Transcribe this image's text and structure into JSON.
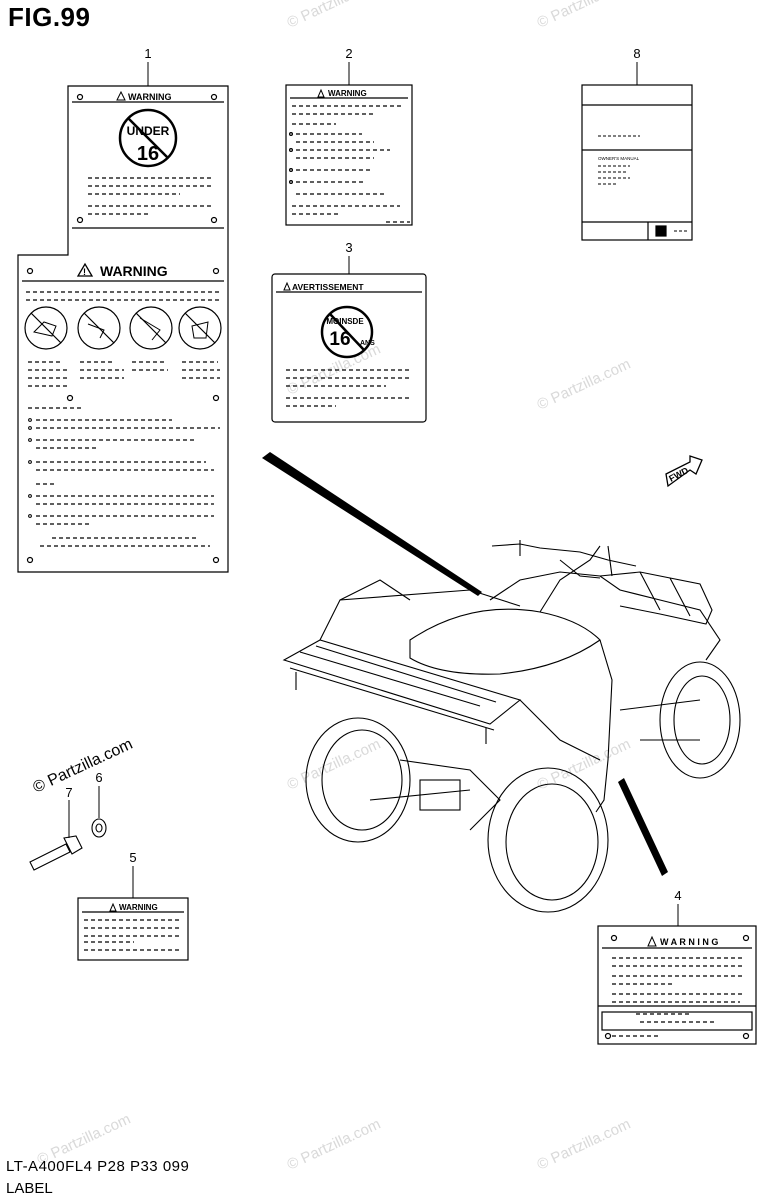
{
  "figure": {
    "title": "FIG.99",
    "model_code": "LT-A400FL4  P28  P33  099",
    "caption": "LABEL"
  },
  "watermark": {
    "text": "© Partzilla.com",
    "color": "#d9d9d9"
  },
  "callouts": [
    "1",
    "2",
    "3",
    "4",
    "5",
    "6",
    "7",
    "8"
  ],
  "labels": {
    "label1": {
      "top_heading": "WARNING",
      "badge_line1": "UNDER",
      "badge_line2": "16",
      "bottom_heading": "WARNING"
    },
    "label2": {
      "heading": "WARNING"
    },
    "label3": {
      "heading": "AVERTISSEMENT",
      "badge_line1": "MOINSDE",
      "badge_line2": "16",
      "badge_line3": "ANS"
    },
    "label4": {
      "heading": "W A R N I N G"
    },
    "label5": {
      "heading": "WARNING"
    },
    "label8": {
      "heading": "OWNER'S MANUAL"
    }
  },
  "direction_arrow": {
    "text": "FWD"
  },
  "line_color": "#000000"
}
